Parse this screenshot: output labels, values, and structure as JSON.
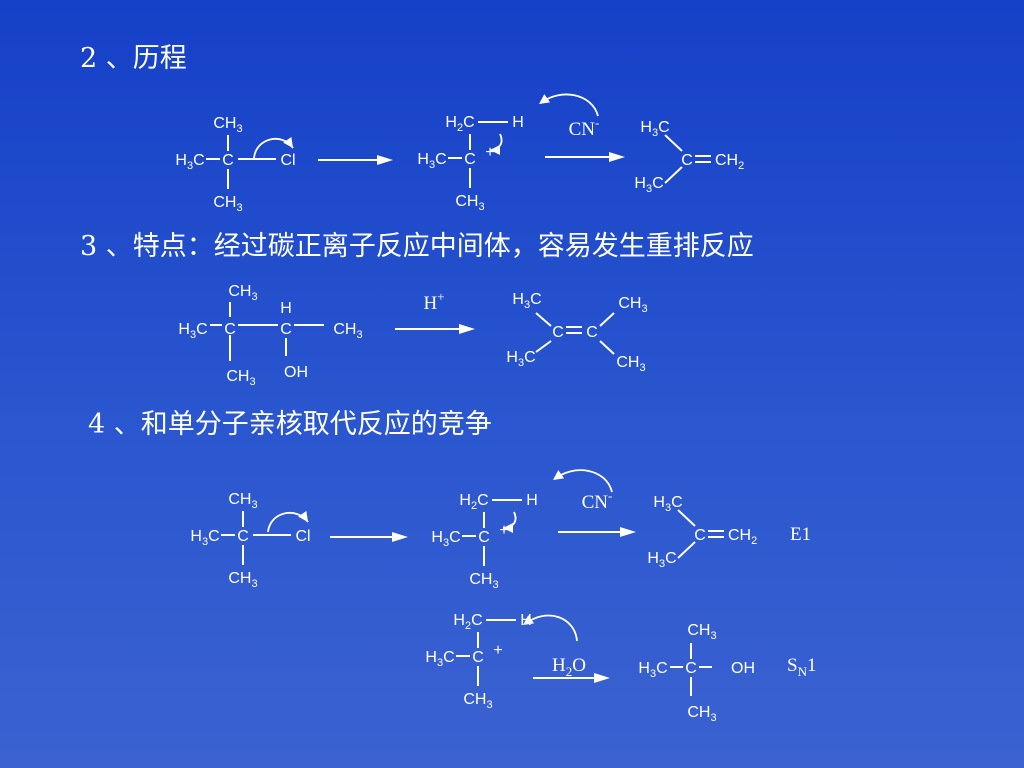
{
  "headings": {
    "mechanism": "2 、历程",
    "features": "3 、特点：经过碳正离子反应中间体，容易发生重排反应",
    "competition": "4 、和单分子亲核取代反应的竞争"
  },
  "atoms": {
    "CH3": "CH3",
    "H3C": "H3C",
    "H2C": "H2C",
    "C": "C",
    "H": "H",
    "Cl": "Cl",
    "OH": "OH",
    "CH2": "CH2",
    "plus": "+"
  },
  "reagents": {
    "cyanide": "CN-",
    "proton": "H+",
    "water": "H2O"
  },
  "pathways": {
    "e1": "E1",
    "sn1": "SN1"
  }
}
